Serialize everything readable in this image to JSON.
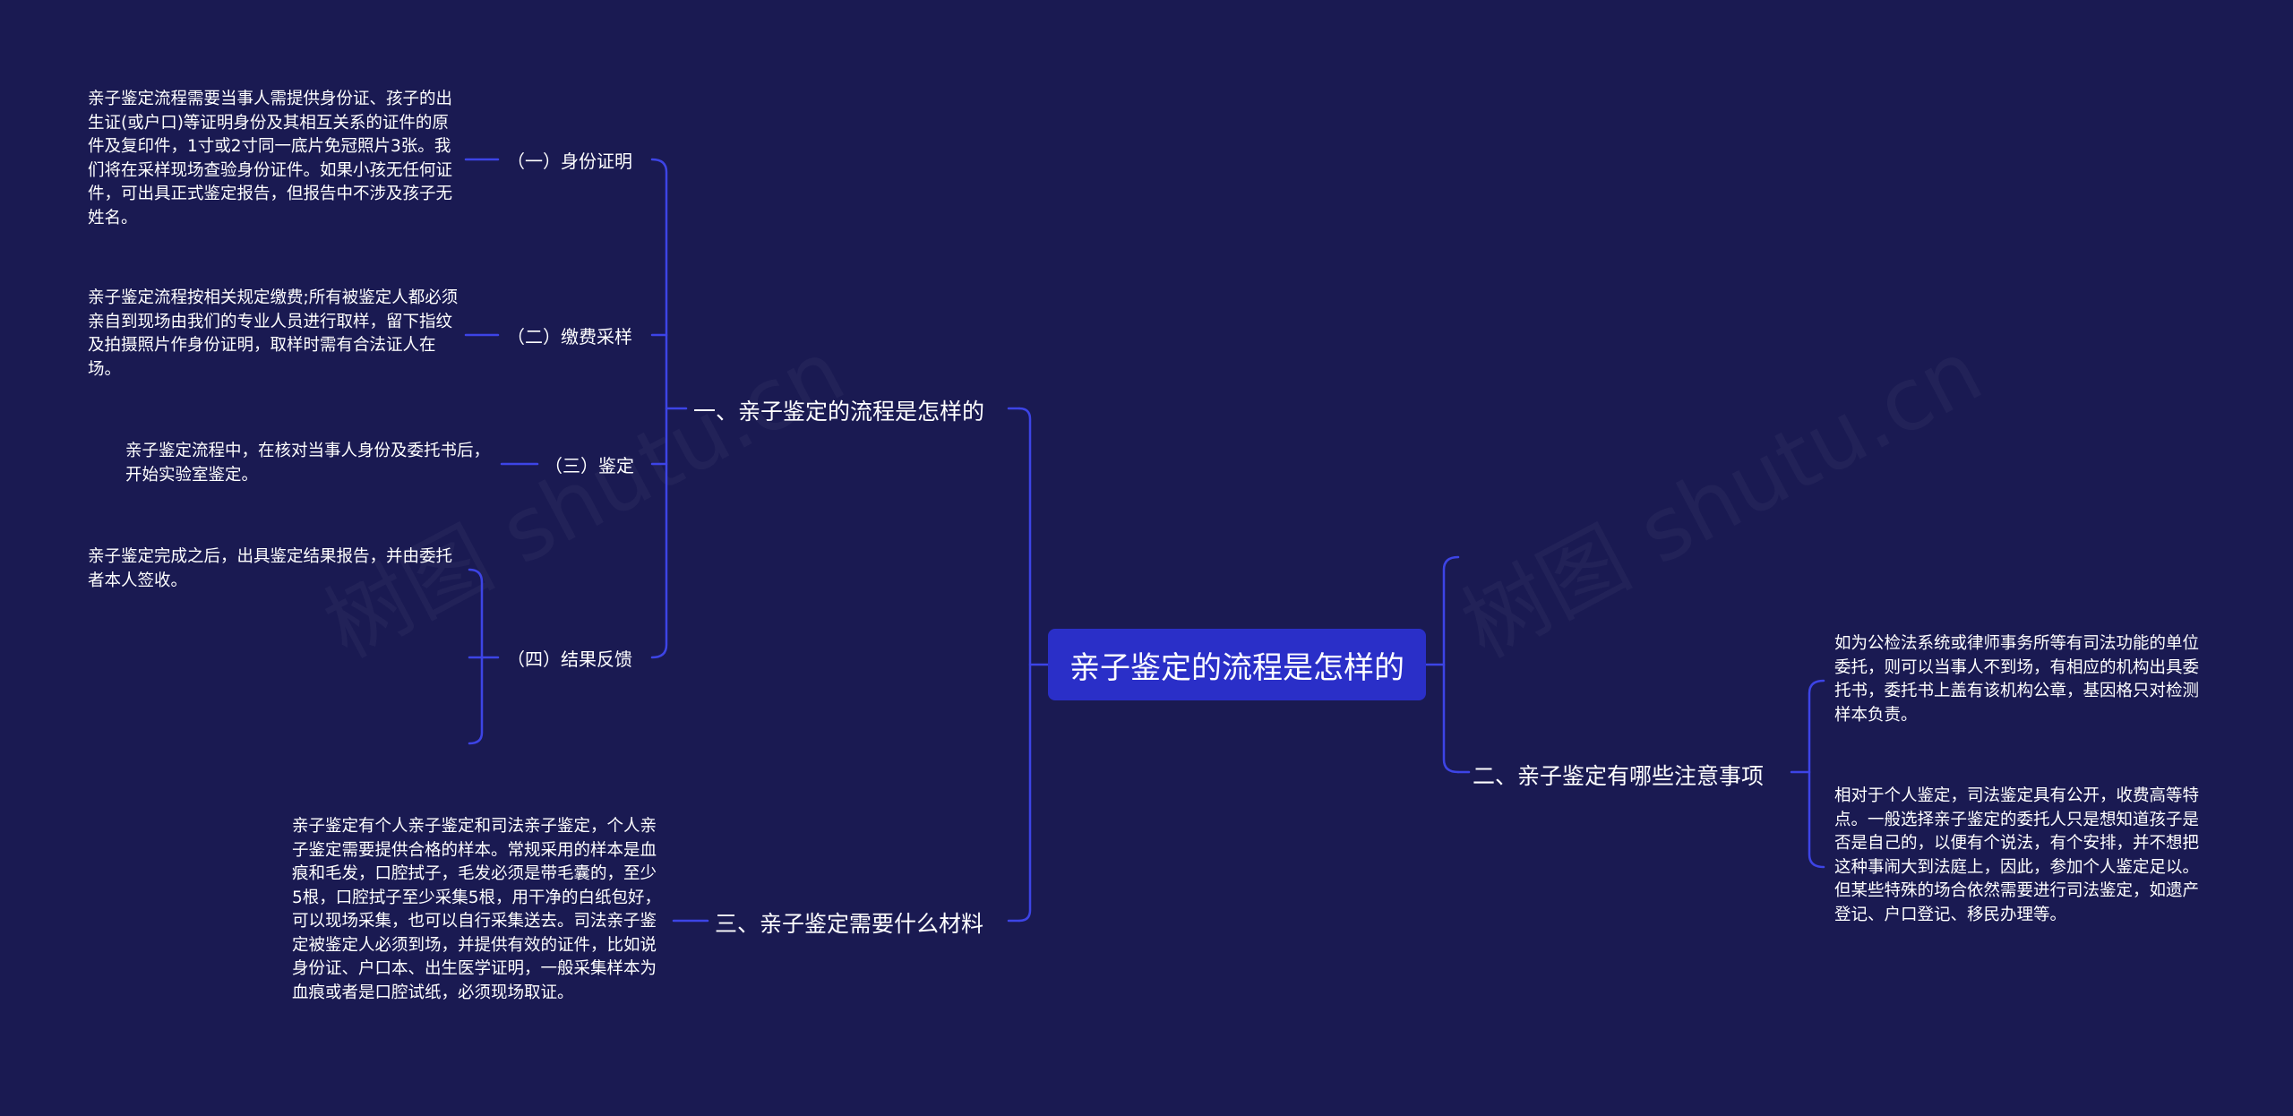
{
  "root": {
    "label": "亲子鉴定的流程是怎样的"
  },
  "branches": {
    "b1": {
      "label": "一、亲子鉴定的流程是怎样的",
      "children": [
        {
          "label": "（一）身份证明",
          "text": "亲子鉴定流程需要当事人需提供身份证、孩子的出生证(或户口)等证明身份及其相互关系的证件的原件及复印件，1寸或2寸同一底片免冠照片3张。我们将在采样现场查验身份证件。如果小孩无任何证件，可出具正式鉴定报告，但报告中不涉及孩子无姓名。"
        },
        {
          "label": "（二）缴费采样",
          "text": "亲子鉴定流程按相关规定缴费;所有被鉴定人都必须亲自到现场由我们的专业人员进行取样，留下指纹及拍摄照片作身份证明，取样时需有合法证人在场。"
        },
        {
          "label": "（三）鉴定",
          "text": "亲子鉴定流程中，在核对当事人身份及委托书后，开始实验室鉴定。"
        },
        {
          "label": "（四）结果反馈",
          "text": "亲子鉴定完成之后，出具鉴定结果报告，并由委托者本人签收。"
        }
      ]
    },
    "b2": {
      "label": "二、亲子鉴定有哪些注意事项",
      "children": [
        {
          "text": "如为公检法系统或律师事务所等有司法功能的单位委托，则可以当事人不到场，有相应的机构出具委托书，委托书上盖有该机构公章，基因格只对检测样本负责。"
        },
        {
          "text": "相对于个人鉴定，司法鉴定具有公开，收费高等特点。一般选择亲子鉴定的委托人只是想知道孩子是否是自己的，以便有个说法，有个安排，并不想把这种事闹大到法庭上，因此，参加个人鉴定足以。但某些特殊的场合依然需要进行司法鉴定，如遗产登记、户口登记、移民办理等。"
        }
      ]
    },
    "b3": {
      "label": "三、亲子鉴定需要什么材料",
      "children": [
        {
          "text": "亲子鉴定有个人亲子鉴定和司法亲子鉴定，个人亲子鉴定需要提供合格的样本。常规采用的样本是血痕和毛发，口腔拭子，毛发必须是带毛囊的，至少5根，口腔拭子至少采集5根，用干净的白纸包好，可以现场采集，也可以自行采集送去。司法亲子鉴定被鉴定人必须到场，并提供有效的证件，比如说身份证、户口本、出生医学证明，一般采集样本为血痕或者是口腔试纸，必须现场取证。"
        }
      ]
    }
  },
  "colors": {
    "background": "#1a1a52",
    "root_fill": "#2a2fc8",
    "connector": "#3d44e6"
  }
}
